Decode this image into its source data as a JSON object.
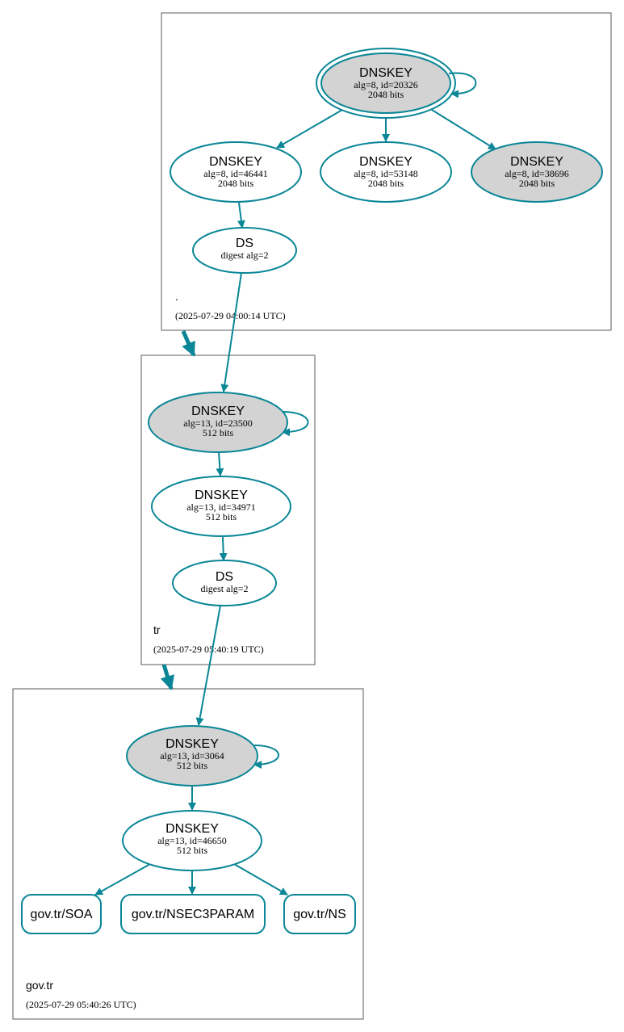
{
  "colors": {
    "edge": "#0a8696",
    "key_fill": "#d3d3d3",
    "node_fill": "#ffffff",
    "cluster_border": "#5a5a5a"
  },
  "zones": {
    "root": {
      "name": ".",
      "timestamp": "(2025-07-29 04:00:14 UTC)"
    },
    "tr": {
      "name": "tr",
      "timestamp": "(2025-07-29 05:40:19 UTC)"
    },
    "gov_tr": {
      "name": "gov.tr",
      "timestamp": "(2025-07-29 05:40:26 UTC)"
    }
  },
  "nodes": {
    "root_ksk": {
      "title": "DNSKEY",
      "detail": "alg=8, id=20326",
      "size": "2048 bits",
      "fill": "gray",
      "trust_anchor": true
    },
    "root_zsk1": {
      "title": "DNSKEY",
      "detail": "alg=8, id=46441",
      "size": "2048 bits",
      "fill": "white"
    },
    "root_zsk2": {
      "title": "DNSKEY",
      "detail": "alg=8, id=53148",
      "size": "2048 bits",
      "fill": "white"
    },
    "root_ksk2": {
      "title": "DNSKEY",
      "detail": "alg=8, id=38696",
      "size": "2048 bits",
      "fill": "gray"
    },
    "root_ds": {
      "title": "DS",
      "detail": "digest alg=2"
    },
    "tr_ksk": {
      "title": "DNSKEY",
      "detail": "alg=13, id=23500",
      "size": "512 bits",
      "fill": "gray"
    },
    "tr_zsk": {
      "title": "DNSKEY",
      "detail": "alg=13, id=34971",
      "size": "512 bits",
      "fill": "white"
    },
    "tr_ds": {
      "title": "DS",
      "detail": "digest alg=2"
    },
    "gov_ksk": {
      "title": "DNSKEY",
      "detail": "alg=13, id=3064",
      "size": "512 bits",
      "fill": "gray"
    },
    "gov_zsk": {
      "title": "DNSKEY",
      "detail": "alg=13, id=46650",
      "size": "512 bits",
      "fill": "white"
    }
  },
  "records": {
    "soa": "gov.tr/SOA",
    "nsec3param": "gov.tr/NSEC3PARAM",
    "ns": "gov.tr/NS"
  },
  "edges": [
    [
      "root_ksk",
      "root_ksk"
    ],
    [
      "root_ksk",
      "root_zsk1"
    ],
    [
      "root_ksk",
      "root_zsk2"
    ],
    [
      "root_ksk",
      "root_ksk2"
    ],
    [
      "root_zsk1",
      "root_ds"
    ],
    [
      "root_ds",
      "tr_ksk"
    ],
    [
      "tr_ksk",
      "tr_ksk"
    ],
    [
      "tr_ksk",
      "tr_zsk"
    ],
    [
      "tr_zsk",
      "tr_ds"
    ],
    [
      "tr_ds",
      "gov_ksk"
    ],
    [
      "gov_ksk",
      "gov_ksk"
    ],
    [
      "gov_ksk",
      "gov_zsk"
    ],
    [
      "gov_zsk",
      "soa"
    ],
    [
      "gov_zsk",
      "nsec3param"
    ],
    [
      "gov_zsk",
      "ns"
    ]
  ]
}
